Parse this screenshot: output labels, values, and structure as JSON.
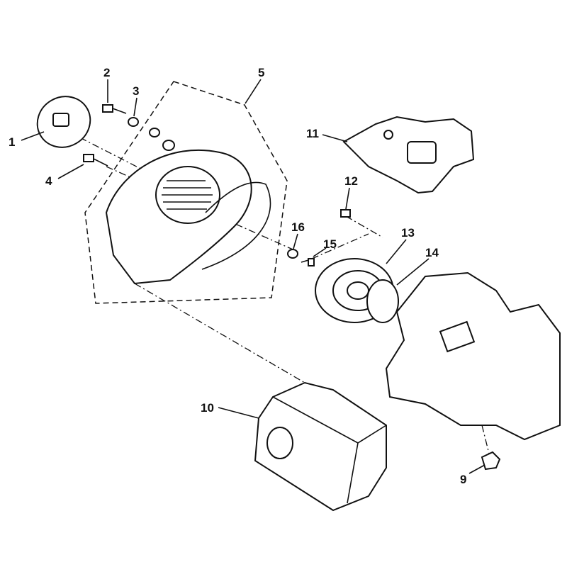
{
  "diagram": {
    "callouts": [
      "1",
      "2",
      "3",
      "4",
      "5",
      "9",
      "10",
      "11",
      "12",
      "13",
      "14",
      "15",
      "16"
    ]
  }
}
